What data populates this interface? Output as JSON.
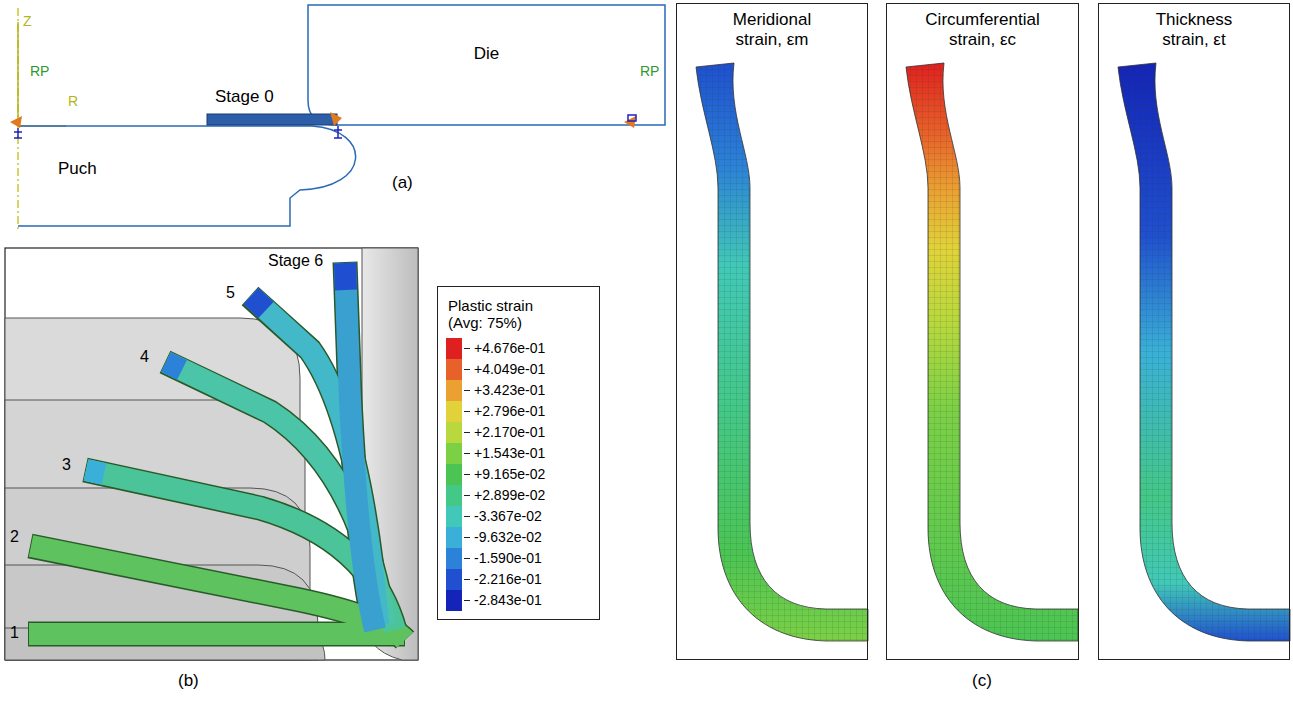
{
  "diagram": {
    "nodes": [
      {
        "text": [
          "Die"
        ]
      },
      {
        "text": [
          "Puch"
        ]
      },
      {
        "text": [
          "Plastic strain (Avg: 75%)"
        ]
      },
      {
        "text": [
          "Meridional strain, εm"
        ]
      },
      {
        "text": [
          "Circumferential strain, εc"
        ]
      },
      {
        "text": [
          "Thickness strain, εt"
        ]
      }
    ],
    "labels": [
      "Z",
      "R",
      "RP",
      "RP",
      "Stage 0",
      "(a)",
      "Stage 6",
      "5",
      "4",
      "3",
      "2",
      "1",
      "(b)",
      "(c)"
    ],
    "legend": [
      {
        "text": "+4.676e-01",
        "color": "#e02020"
      },
      {
        "text": "+4.049e-01",
        "color": "#e8602a"
      },
      {
        "text": "+3.423e-01",
        "color": "#eba032"
      },
      {
        "text": "+2.796e-01",
        "color": "#e2d23a"
      },
      {
        "text": "+2.170e-01",
        "color": "#b8d83e"
      },
      {
        "text": "+1.543e-01",
        "color": "#7cd046"
      },
      {
        "text": "+9.165e-02",
        "color": "#4cc454"
      },
      {
        "text": "+2.899e-02",
        "color": "#44c888"
      },
      {
        "text": "-3.367e-02",
        "color": "#42c8b8"
      },
      {
        "text": "-9.632e-02",
        "color": "#3ab0d8"
      },
      {
        "text": "-1.590e-01",
        "color": "#2c82d8"
      },
      {
        "text": "-2.216e-01",
        "color": "#2050d0"
      },
      {
        "text": "-2.843e-01",
        "color": "#1424b8"
      }
    ]
  }
}
